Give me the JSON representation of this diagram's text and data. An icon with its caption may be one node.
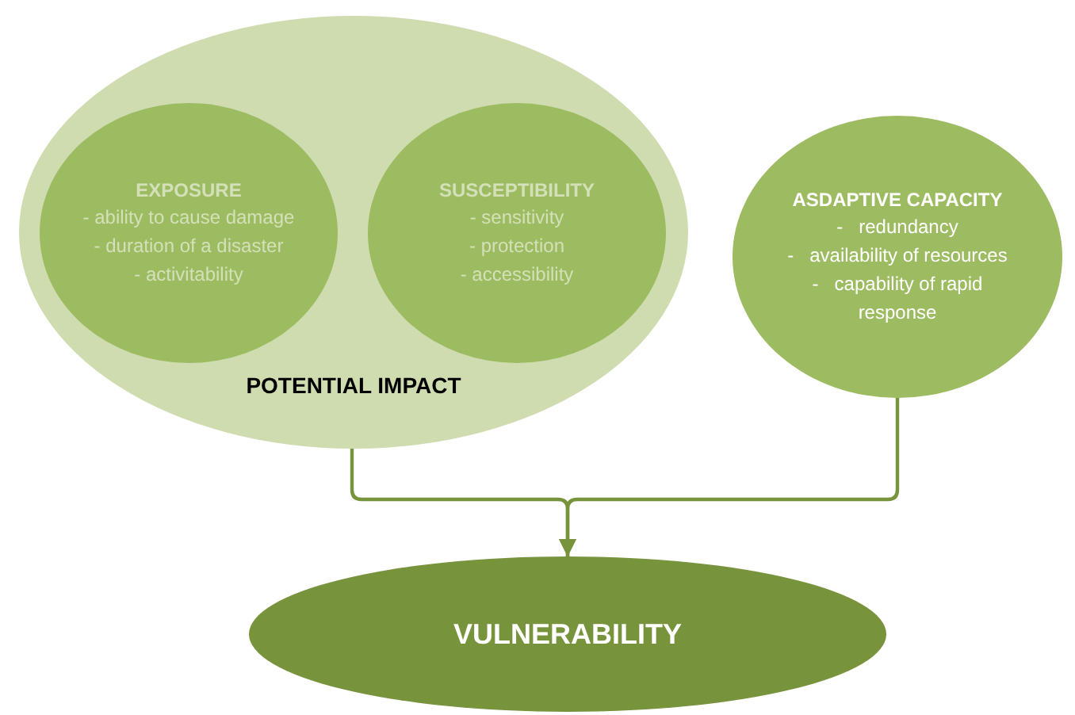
{
  "diagram": {
    "nodes": [
      {
        "text": [
          "POTENTIAL IMPACT"
        ]
      },
      {
        "text": [
          "EXPOSURE",
          "- ability to cause damage",
          "- duration of a disaster",
          "- activitability"
        ],
        "in": 0
      },
      {
        "text": [
          "SUSCEPTIBILITY",
          "- sensitivity",
          "- protection",
          "- accessibility"
        ],
        "in": 0
      },
      {
        "text": [
          "ASDAPTIVE CAPACITY",
          "-   redundancy",
          "-   availability of resources",
          "-   capability of rapid response"
        ]
      },
      {
        "text": [
          "VULNERABILITY"
        ]
      }
    ],
    "edges": [
      {
        "from": 0,
        "to": 4,
        "arrow": "to"
      },
      {
        "from": 3,
        "to": 4,
        "arrow": "to"
      }
    ]
  }
}
